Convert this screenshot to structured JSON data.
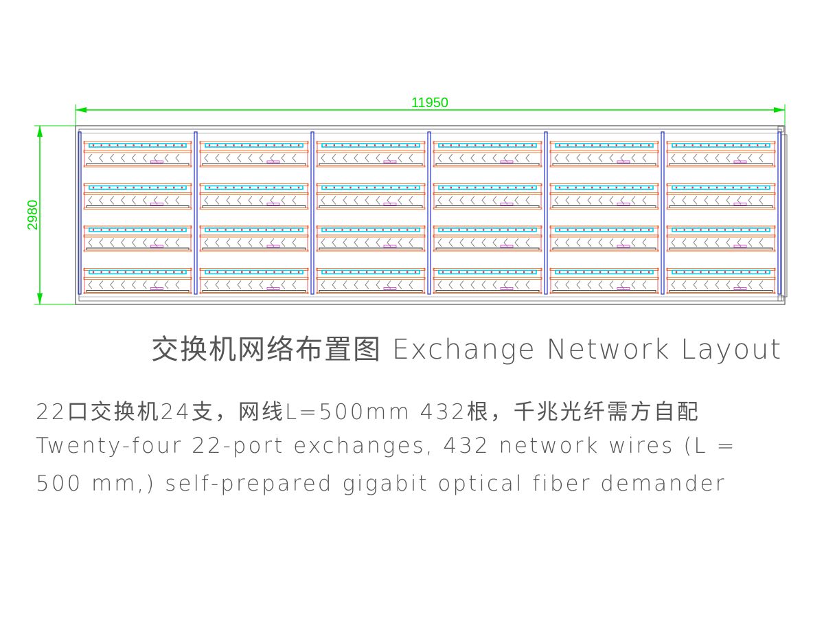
{
  "dimensions": {
    "width_label": "11950",
    "height_label": "2980"
  },
  "layout": {
    "columns": 6,
    "rows": 4,
    "cables_per_bay": 9
  },
  "colors": {
    "dimension": "#00dd00",
    "frame": "#555555",
    "post": "#2233cc",
    "beam": "#ee7733",
    "switch": "#00ccee",
    "wire": "#888888",
    "label": "#cc33cc",
    "strut": "#ee3333"
  },
  "title": "交换机网络布置图 Exchange Network Layout",
  "notes": {
    "cn": "22口交换机24支，网线L=500mm   432根，千兆光纤需方自配",
    "en_line1": "Twenty-four 22-port exchanges, 432 network wires (L =",
    "en_line2": "500 mm,) self-prepared gigabit optical fiber demander"
  }
}
